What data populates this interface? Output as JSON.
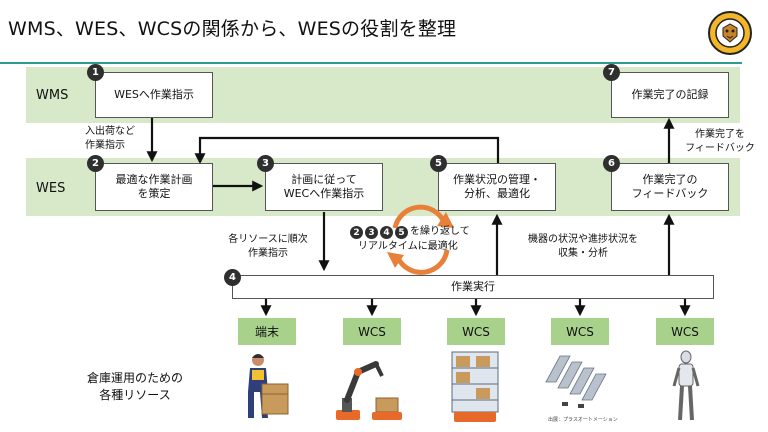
{
  "header": {
    "title": "WMS、WES、WCSの関係から、WESの役割を整理"
  },
  "lanes": {
    "wms": "WMS",
    "wes": "WES"
  },
  "steps": [
    {
      "num": "1",
      "label": "WESへ作業指示"
    },
    {
      "num": "2",
      "label": "最適な作業計画\nを策定"
    },
    {
      "num": "3",
      "label": "計画に従って\nWECへ作業指示"
    },
    {
      "num": "4",
      "label": "作業実行"
    },
    {
      "num": "5",
      "label": "作業状況の管理・\n分析、最適化"
    },
    {
      "num": "6",
      "label": "作業完了の\nフィードバック"
    },
    {
      "num": "7",
      "label": "作業完了の記録"
    }
  ],
  "notes": {
    "inbound": "入出荷など\n作業指示",
    "sequential": "各リソースに順次\n作業指示",
    "monitor": "機器の状況や進捗状況を\n収集・分析",
    "feedback": "作業完了を\nフィードバック",
    "loop_nums": [
      "2",
      "3",
      "4",
      "5"
    ],
    "loop_text1": "を繰り返して",
    "loop_text2": "リアルタイムに最適化"
  },
  "resources": [
    "端末",
    "WCS",
    "WCS",
    "WCS",
    "WCS"
  ],
  "resources_caption": "倉庫運用のための\n各種リソース",
  "credit": "出展：プラスオートメーション",
  "colors": {
    "band": "#d7e9c8",
    "resource": "#a8d28c",
    "accent_rule": "#2d9c8c",
    "loop_arrow": "#e8803a",
    "marker": "#2f2f2f"
  }
}
